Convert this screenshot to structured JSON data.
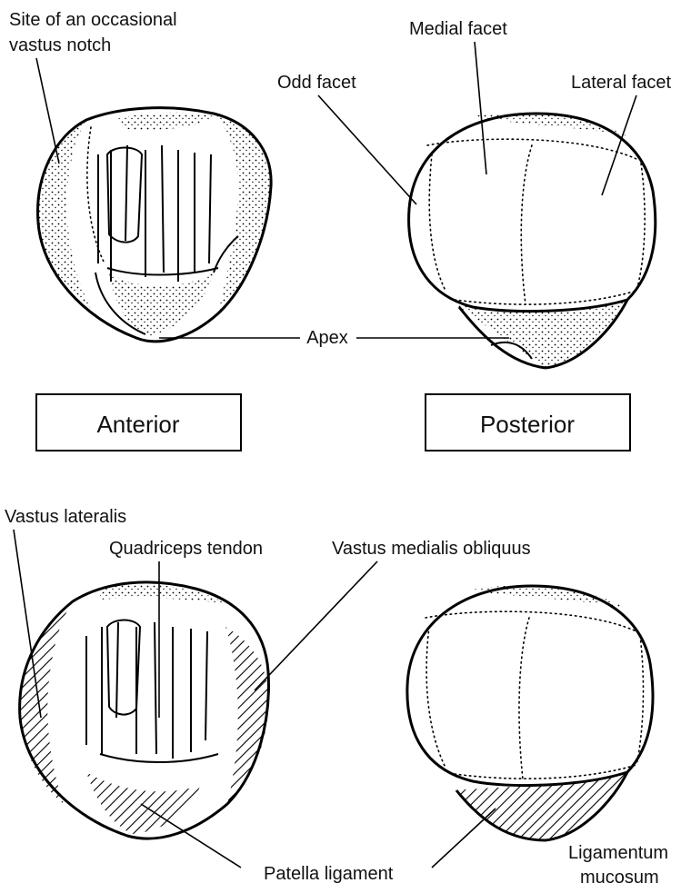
{
  "labels": {
    "site_of_vastus_notch": [
      "Site of an occasional",
      "vastus notch"
    ],
    "medial_facet": "Medial facet",
    "odd_facet": "Odd facet",
    "lateral_facet": "Lateral facet",
    "apex": "Apex",
    "anterior": "Anterior",
    "posterior": "Posterior",
    "vastus_lateralis": "Vastus lateralis",
    "quadriceps_tendon": "Quadriceps tendon",
    "vastus_medialis_obliquus": "Vastus medialis obliquus",
    "patella_ligament": "Patella ligament",
    "ligamentum_mucosum": [
      "Ligamentum",
      "mucosum"
    ]
  }
}
